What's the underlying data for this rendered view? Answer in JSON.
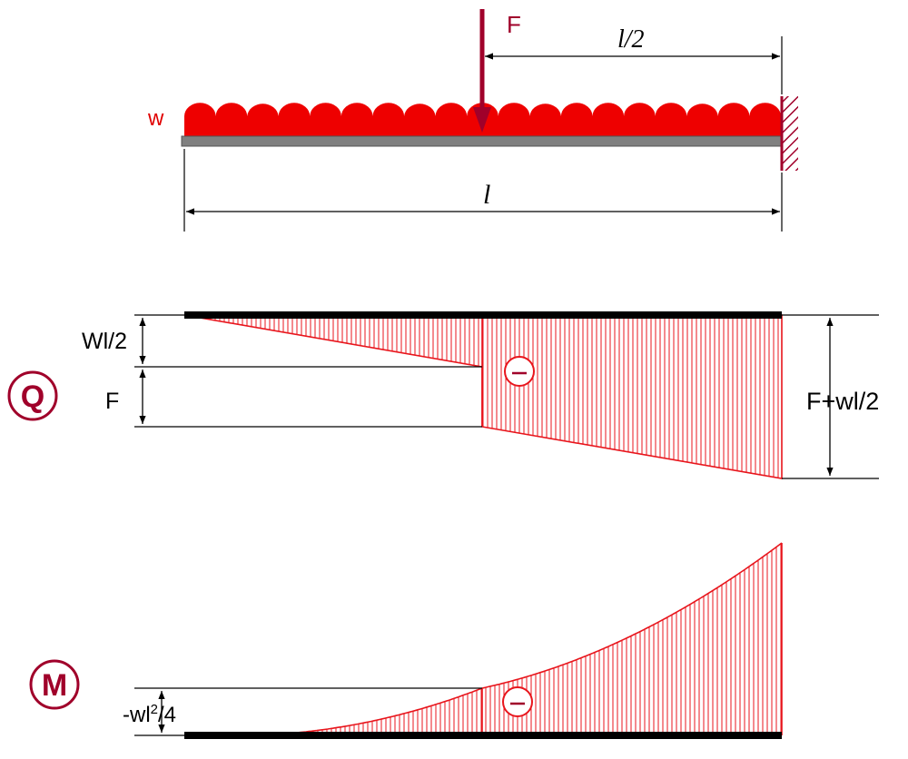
{
  "labels": {
    "load_w": "w",
    "force_f": "F",
    "dim_half": "l/2",
    "dim_full": "l",
    "q_badge": "Q",
    "m_badge": "M",
    "q_wl2": "Wl/2",
    "q_f": "F",
    "q_total": "F+wl/2",
    "sign_minus": "–",
    "m_base": "-wl",
    "m_sup": "2",
    "m_tail": "/4"
  },
  "colors": {
    "load_red": "#ee0000",
    "diagram_red": "#e8151c",
    "badge_dark_red": "#a0002a",
    "beam_gray": "#808080",
    "force_arrow": "#a0002a"
  },
  "icons": {
    "fixed_support": "hatched-wall-icon",
    "sign": "minus-circle-icon"
  }
}
